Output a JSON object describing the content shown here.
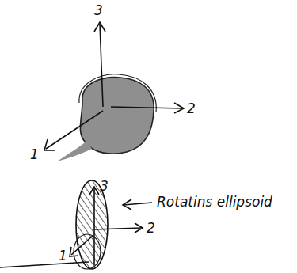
{
  "diagram": {
    "labels": [
      "3",
      "2",
      "1",
      "3",
      "2",
      "1",
      "Rotatins ellipsoid"
    ]
  }
}
